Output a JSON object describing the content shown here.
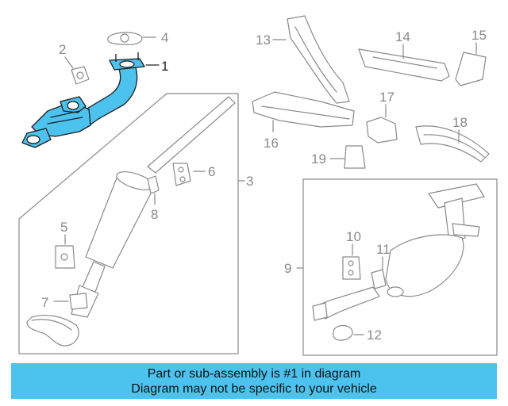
{
  "colors": {
    "highlight": "#4cc3ee",
    "line": "#8a8a8a"
  },
  "callouts": [
    "1",
    "2",
    "3",
    "4",
    "5",
    "6",
    "7",
    "8",
    "9",
    "10",
    "11",
    "12",
    "13",
    "14",
    "15",
    "16",
    "17",
    "18",
    "19"
  ],
  "banner": {
    "line1": "Part or sub-assembly is #1 in diagram",
    "line2": "Diagram may not be specific to your vehicle"
  }
}
